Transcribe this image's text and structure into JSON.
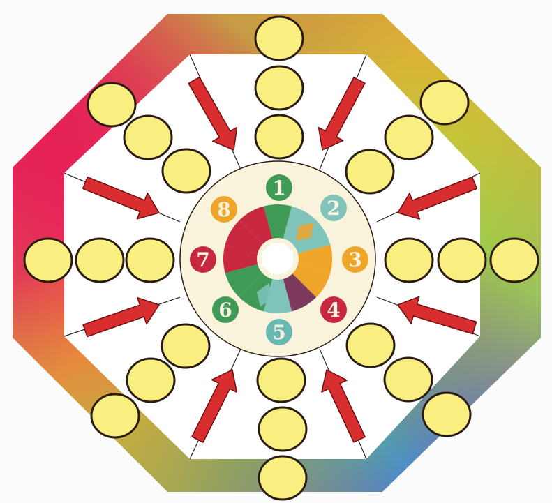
{
  "center_badges": [
    {
      "label": "1",
      "color": "#3f9a56"
    },
    {
      "label": "2",
      "color": "#7fc3bb"
    },
    {
      "label": "3",
      "color": "#efa52a"
    },
    {
      "label": "4",
      "color": "#c8283f"
    },
    {
      "label": "5",
      "color": "#68b7b2"
    },
    {
      "label": "6",
      "color": "#3f9a56"
    },
    {
      "label": "7",
      "color": "#c8283f"
    },
    {
      "label": "8",
      "color": "#efa52a"
    }
  ],
  "colors": {
    "background": "#fbfbfb",
    "panel": "#ffffff",
    "center_disc": "#f8f3da",
    "answer_circle": "#f8ef80",
    "answer_circle_border": "#2a1c14",
    "arrow": "#d92e30",
    "frame_red": "#e01c55",
    "frame_orange": "#f89332",
    "frame_yellow_green": "#b8d03c",
    "frame_green": "#6cc06a",
    "frame_blue": "#4a8fc8",
    "frame_cyan": "#79c6d9",
    "wheel_red": "#c8283f",
    "wheel_green": "#3f9a56",
    "wheel_teal": "#7fc3bb",
    "wheel_orange": "#efa52a",
    "wheel_purple": "#7e3a5e"
  },
  "icons": [
    "arrow-icon",
    "color-wheel-icon"
  ]
}
